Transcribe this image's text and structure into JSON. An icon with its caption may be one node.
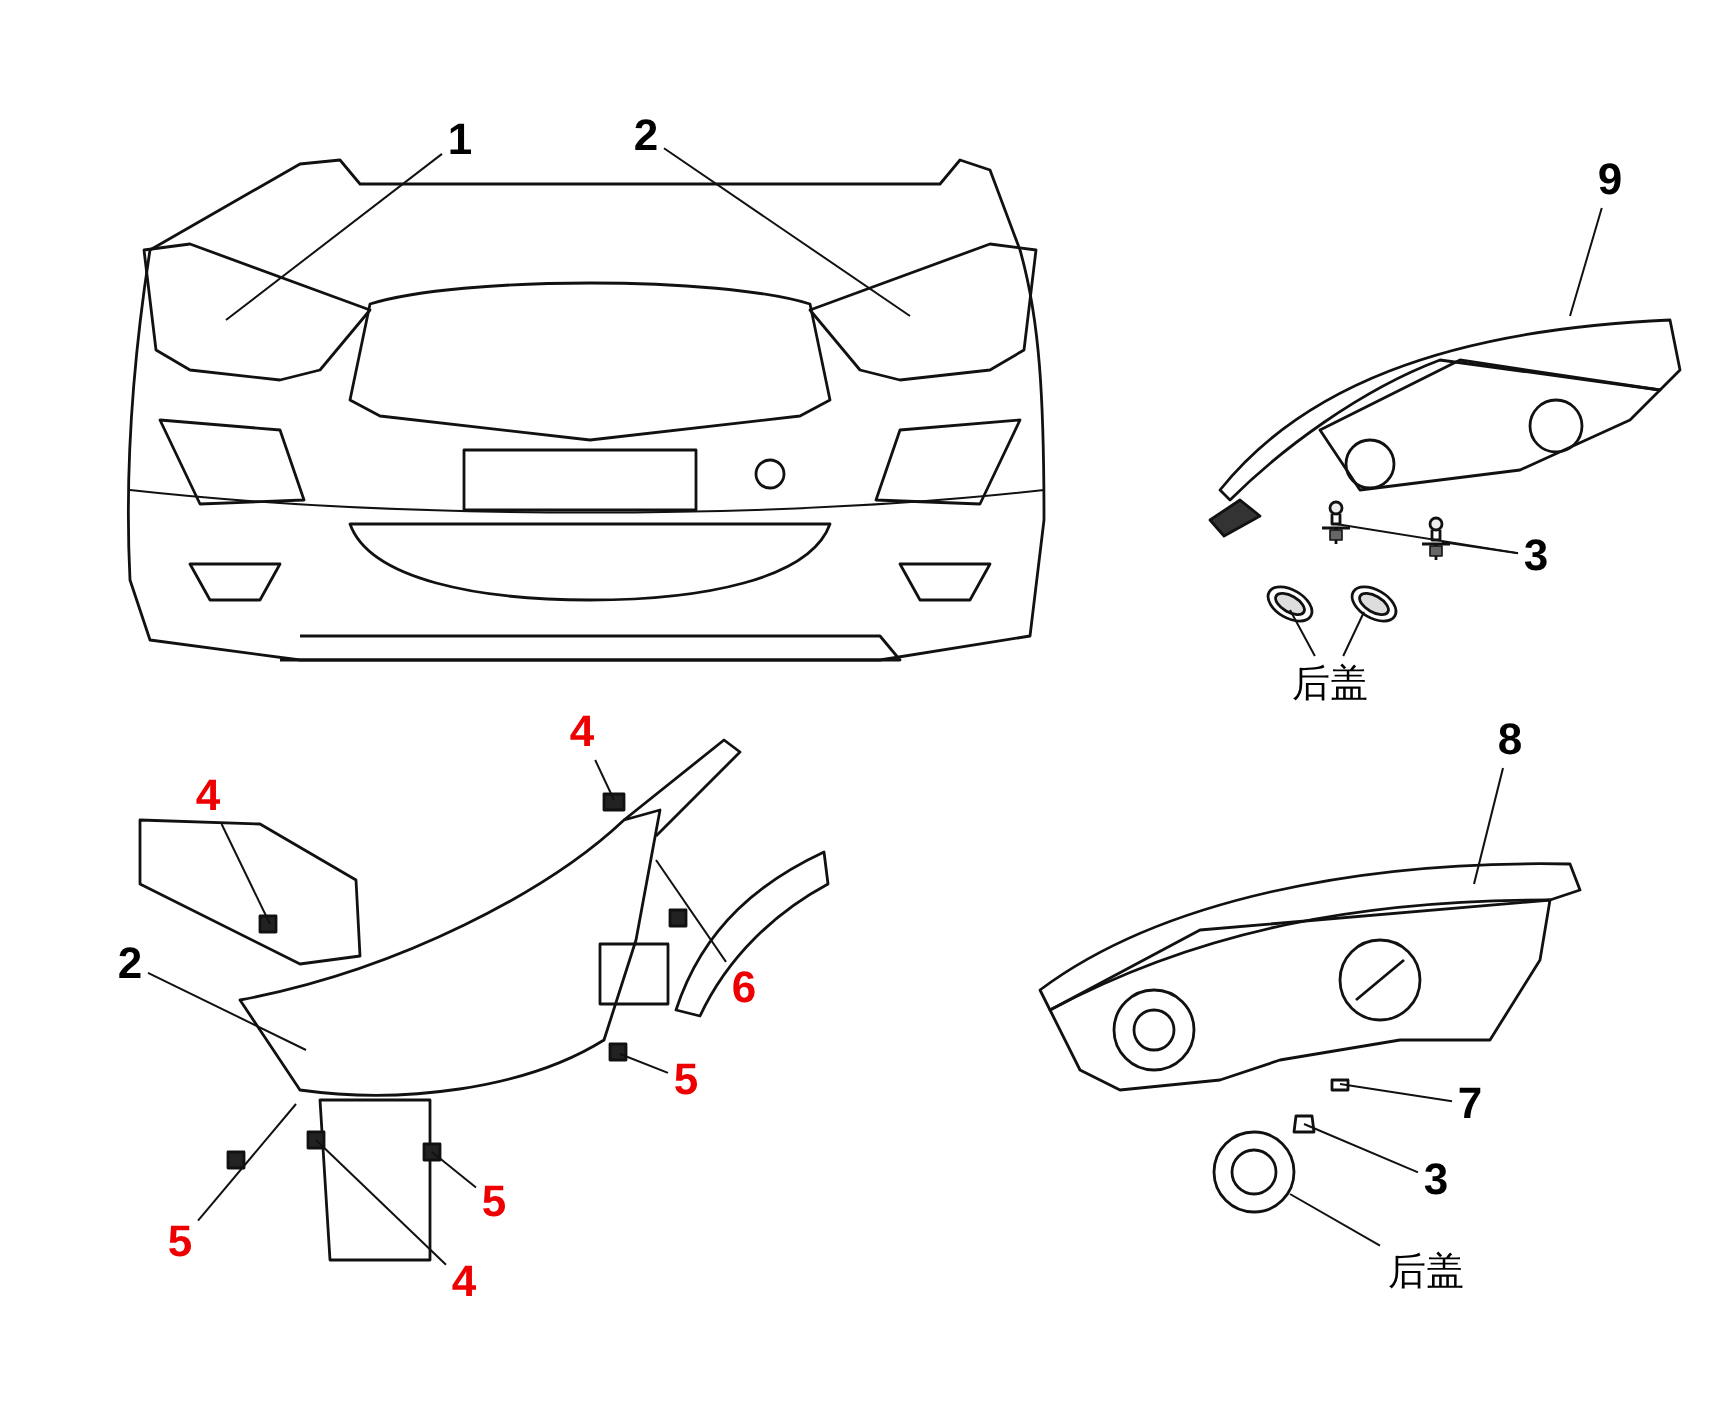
{
  "diagram": {
    "nodes": [
      {
        "text": [
          "1"
        ]
      },
      {
        "text": [
          "2"
        ]
      },
      {
        "text": [
          "9"
        ]
      },
      {
        "text": [
          "3"
        ]
      },
      {
        "text": [
          "后盖"
        ]
      },
      {
        "text": [
          "4"
        ]
      },
      {
        "text": [
          "8"
        ]
      },
      {
        "text": [
          "4"
        ]
      },
      {
        "text": [
          "2"
        ]
      },
      {
        "text": [
          "6"
        ]
      },
      {
        "text": [
          "5"
        ]
      },
      {
        "text": [
          "7"
        ]
      },
      {
        "text": [
          "3"
        ]
      },
      {
        "text": [
          "5"
        ]
      },
      {
        "text": [
          "5"
        ]
      },
      {
        "text": [
          "后盖"
        ]
      },
      {
        "text": [
          "4"
        ]
      },
      {
        "text": [],
        "shape": "picture"
      },
      {
        "text": [],
        "shape": "picture"
      },
      {
        "text": [],
        "shape": "picture"
      },
      {
        "text": [],
        "shape": "picture"
      },
      {
        "text": [],
        "shape": "picture"
      }
    ],
    "edges": [
      {
        "from": 0,
        "to": null,
        "arrow": "none"
      },
      {
        "from": 1,
        "to": null,
        "arrow": "none"
      },
      {
        "from": 2,
        "to": 17,
        "arrow": "none"
      },
      {
        "from": 3,
        "to": 20,
        "arrow": "none"
      },
      {
        "from": 4,
        "to": 18,
        "arrow": "none"
      },
      {
        "from": 4,
        "to": 19,
        "arrow": "none"
      },
      {
        "from": 5,
        "to": null,
        "arrow": "none"
      },
      {
        "from": 6,
        "to": null,
        "arrow": "none"
      },
      {
        "from": 7,
        "to": null,
        "arrow": "none"
      },
      {
        "from": 8,
        "to": null,
        "arrow": "none"
      },
      {
        "from": 9,
        "to": null,
        "arrow": "none"
      },
      {
        "from": 10,
        "to": null,
        "arrow": "none"
      },
      {
        "from": 11,
        "to": null,
        "arrow": "none"
      },
      {
        "from": 12,
        "to": null,
        "arrow": "none"
      },
      {
        "from": 13,
        "to": null,
        "arrow": "none"
      },
      {
        "from": 14,
        "to": null,
        "arrow": "none"
      },
      {
        "from": 15,
        "to": null,
        "arrow": "none"
      },
      {
        "from": 16,
        "to": null,
        "arrow": "none"
      },
      {
        "from": 3,
        "to": 21,
        "arrow": "none"
      }
    ]
  }
}
